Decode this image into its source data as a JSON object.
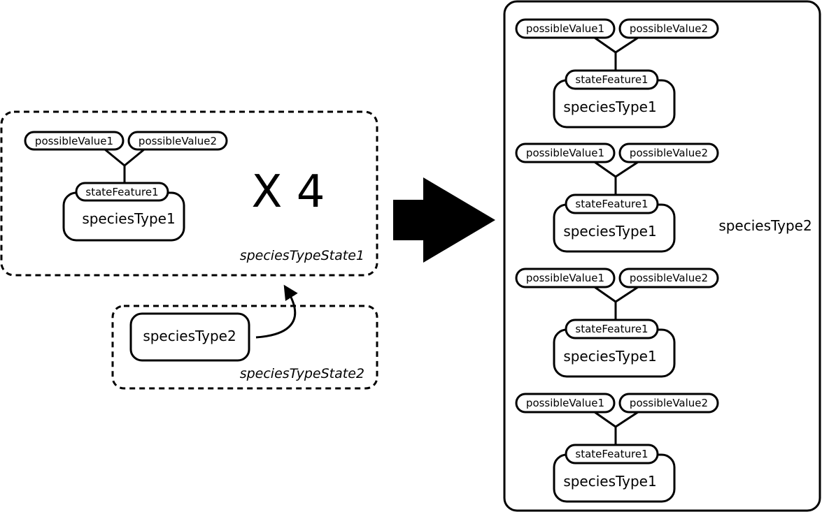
{
  "colors": {
    "stroke": "#000000",
    "background": "#ffffff"
  },
  "left": {
    "state1": {
      "label": "speciesTypeState1",
      "unit": {
        "value1": "possibleValue1",
        "value2": "possibleValue2",
        "feature": "stateFeature1",
        "species": "speciesType1"
      },
      "multiplier": "X 4"
    },
    "state2": {
      "label": "speciesTypeState2",
      "species": "speciesType2"
    }
  },
  "right": {
    "container_label": "speciesType2",
    "units": [
      {
        "value1": "possibleValue1",
        "value2": "possibleValue2",
        "feature": "stateFeature1",
        "species": "speciesType1"
      },
      {
        "value1": "possibleValue1",
        "value2": "possibleValue2",
        "feature": "stateFeature1",
        "species": "speciesType1"
      },
      {
        "value1": "possibleValue1",
        "value2": "possibleValue2",
        "feature": "stateFeature1",
        "species": "speciesType1"
      },
      {
        "value1": "possibleValue1",
        "value2": "possibleValue2",
        "feature": "stateFeature1",
        "species": "speciesType1"
      }
    ]
  },
  "arrow": {
    "direction": "right"
  }
}
